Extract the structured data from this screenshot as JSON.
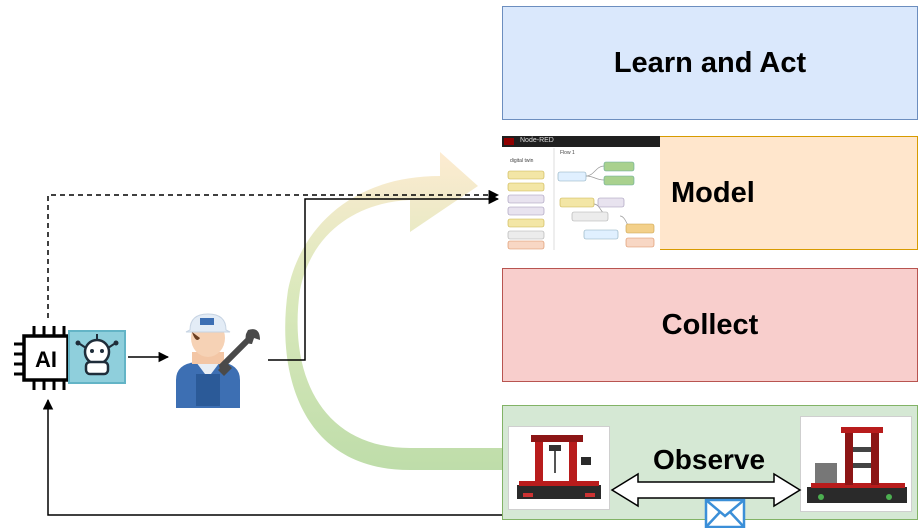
{
  "boxes": {
    "learn": {
      "label": "Learn and Act",
      "fill": "#dae8fc",
      "stroke": "#6c8ebf"
    },
    "model": {
      "label": "Model",
      "fill": "#ffe6cc",
      "stroke": "#d79b00"
    },
    "collect": {
      "label": "Collect",
      "fill": "#f8cecc",
      "stroke": "#b85450"
    },
    "observe": {
      "label": "Observe",
      "fill": "#d5e8d4",
      "stroke": "#82b366"
    }
  },
  "ai_chip": {
    "label": "AI"
  },
  "node_red": {
    "title": "Node-RED",
    "palette_title": "digital twin",
    "flow_title": "Flow 1"
  },
  "icons": {
    "ai": "ai-chip-icon",
    "brain": "brain-circuit-icon",
    "engineer": "engineer-with-wrench-icon",
    "message": "envelope-icon",
    "factory_left": "factory-robot-photo",
    "factory_right": "factory-plant-photo"
  },
  "colors": {
    "cycle_arrow_top": "#fde9cc",
    "cycle_arrow_bottom": "#b7d9a0",
    "connector": "#000000"
  }
}
